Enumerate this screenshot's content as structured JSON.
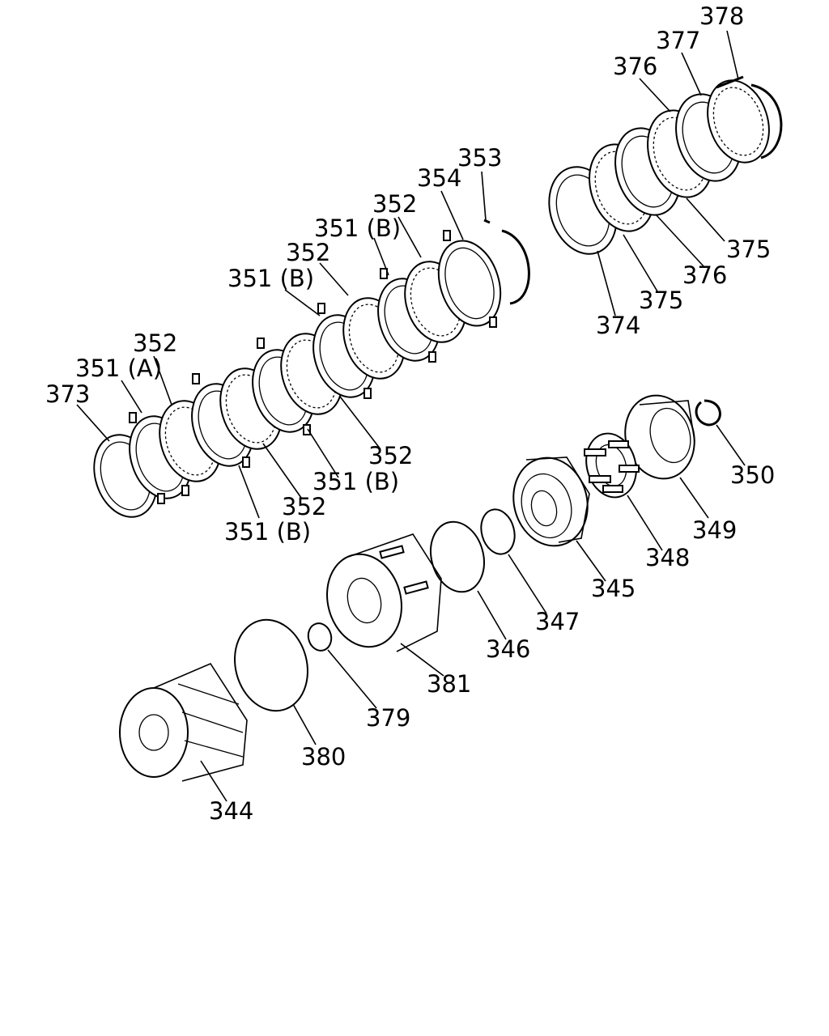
{
  "diagram": {
    "labels": {
      "p378": "378",
      "p377": "377",
      "p376a": "376",
      "p375a": "375",
      "p376b": "376",
      "p375b": "375",
      "p374": "374",
      "p353": "353",
      "p354": "354",
      "p352a": "352",
      "p351b1": "351 (B)",
      "p352b": "352",
      "p351b2": "351 (B)",
      "p352c": "352",
      "p351a": "351 (A)",
      "p373": "373",
      "p352d": "352",
      "p351b3": "351 (B)",
      "p352e": "352",
      "p351b4": "351 (B)",
      "p350": "350",
      "p349": "349",
      "p348": "348",
      "p345": "345",
      "p347": "347",
      "p346": "346",
      "p381": "381",
      "p379": "379",
      "p380": "380",
      "p344": "344"
    }
  }
}
